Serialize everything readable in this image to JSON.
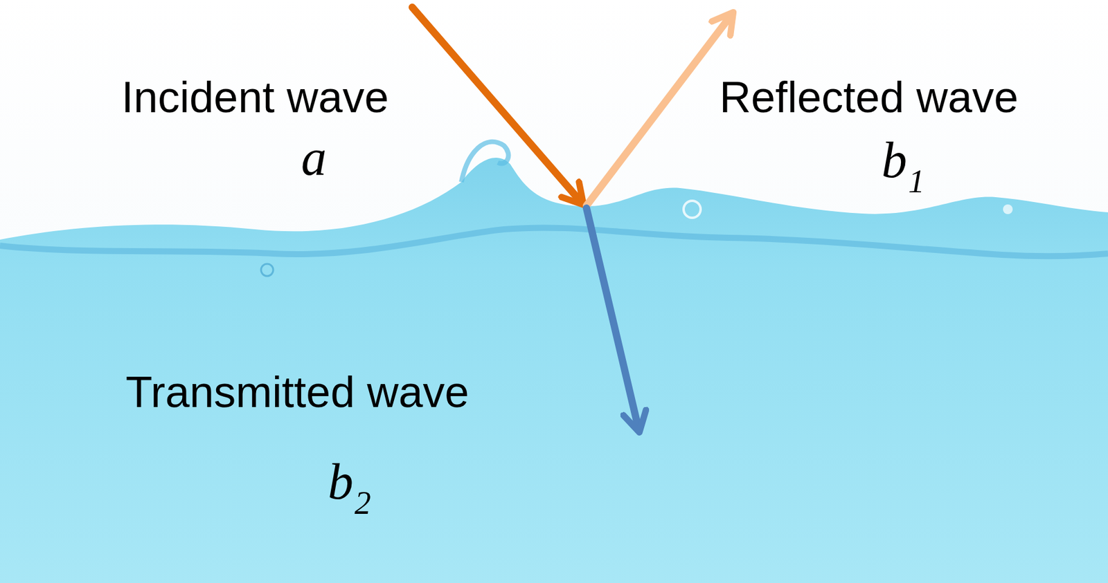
{
  "diagram": {
    "labels": [
      "Incident wave",
      "Reflected wave",
      "a",
      "b",
      "1",
      "Transmitted wave",
      "b",
      "2"
    ]
  }
}
